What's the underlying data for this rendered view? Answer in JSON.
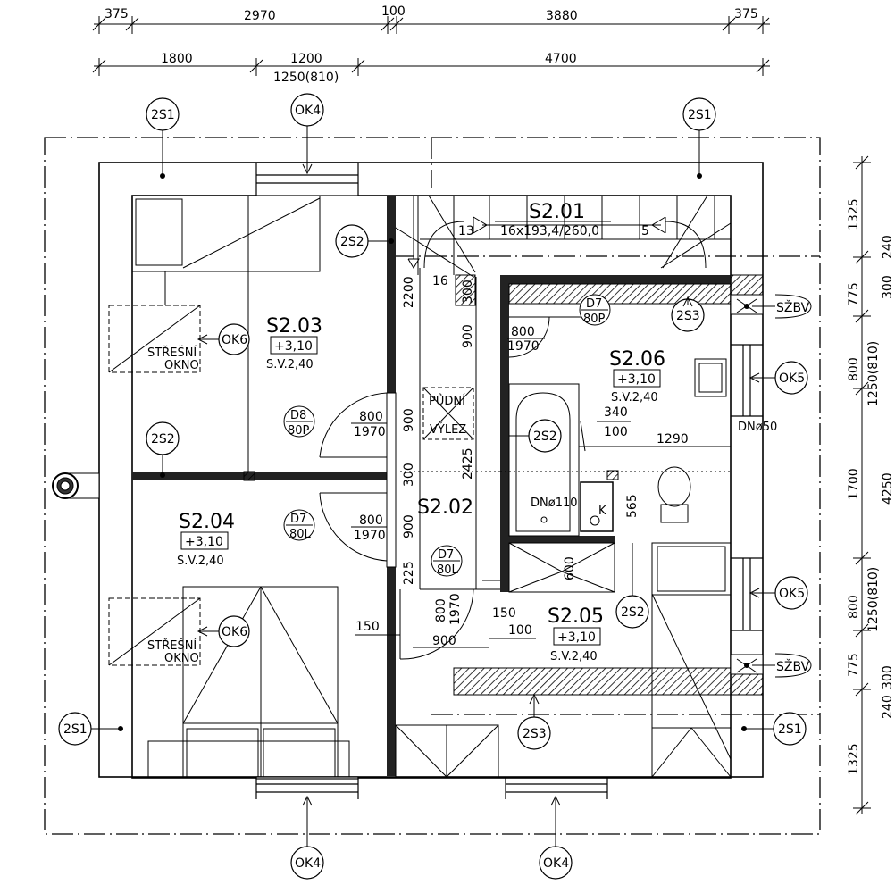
{
  "dimensions": {
    "top_row1": [
      "375",
      "2970",
      "100",
      "3880",
      "375"
    ],
    "top_row2": [
      "1800",
      "1200",
      "4700"
    ],
    "top_row2_sub": "1250(810)",
    "right": [
      "1325",
      "775",
      "800",
      "1700",
      "800",
      "775",
      "1325"
    ],
    "right_sub1": "1250(810)",
    "right_sub2": "1250(810)",
    "right_edge": [
      "240",
      "300",
      "4250",
      "240",
      "300"
    ]
  },
  "rooms": [
    {
      "id": "S2.01",
      "note": "16x193,4/260,0"
    },
    {
      "id": "S2.02"
    },
    {
      "id": "S2.03",
      "level": "+3,10",
      "height": "S.V.2,40"
    },
    {
      "id": "S2.04",
      "level": "+3,10",
      "height": "S.V.2,40"
    },
    {
      "id": "S2.05",
      "level": "+3,10",
      "height": "S.V.2,40"
    },
    {
      "id": "S2.06",
      "level": "+3,10",
      "height": "S.V.2,40"
    }
  ],
  "tags": {
    "s1": "2S1",
    "s2": "2S2",
    "s3": "2S3",
    "ok4": "OK4",
    "ok5": "OK5",
    "ok6": "OK6",
    "szbv": "SŽBV"
  },
  "doors": {
    "d8": {
      "code": "D8",
      "type": "80P",
      "w": "800",
      "h": "1970"
    },
    "d7a": {
      "code": "D7",
      "type": "80L",
      "w": "800",
      "h": "1970"
    },
    "d7b": {
      "code": "D7",
      "type": "80L",
      "w": "800",
      "h": "1970"
    },
    "d7c": {
      "code": "D7",
      "type": "80P",
      "w": "800",
      "h": "1970"
    }
  },
  "labels": {
    "stresni": "STŘEŠNÍ",
    "okno": "OKNO",
    "pudni": "PŮDNÍ",
    "vylez": "VÝLEZ",
    "dn110": "DNø110",
    "dn50": "DNø50",
    "k": "K",
    "stair_13": "13",
    "stair_5": "5",
    "stair_16": "16"
  },
  "inner_dims": {
    "d300": "300",
    "d2200": "2200",
    "d900a": "900",
    "d900b": "900",
    "d900c": "900",
    "d300b": "300",
    "d2425": "2425",
    "d225": "225",
    "d150": "150",
    "d900d": "900",
    "d150b": "150",
    "d100": "100",
    "d600": "600",
    "d565": "565",
    "d340": "340",
    "d100b": "100",
    "d1290": "1290"
  }
}
